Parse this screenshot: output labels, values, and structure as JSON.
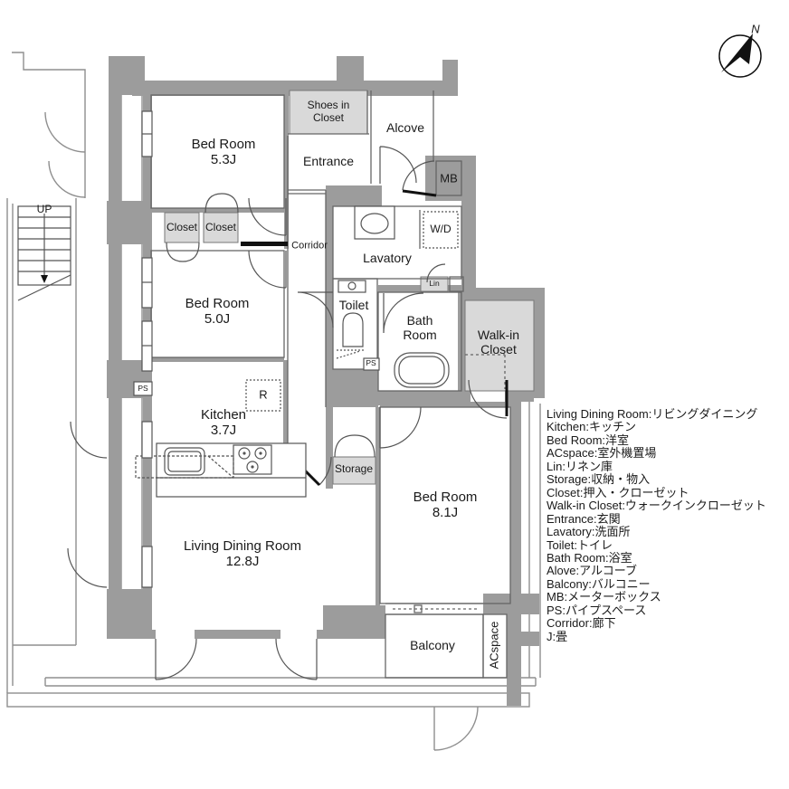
{
  "compass": {
    "label": "N"
  },
  "rooms": {
    "bedroom1": {
      "name": "Bed Room",
      "size": "5.3J"
    },
    "bedroom2": {
      "name": "Bed Room",
      "size": "5.0J"
    },
    "bedroom3": {
      "name": "Bed Room",
      "size": "8.1J"
    },
    "ldk": {
      "name": "Living Dining Room",
      "size": "12.8J"
    },
    "kitchen": {
      "name": "Kitchen",
      "size": "3.7J"
    },
    "entrance": {
      "name": "Entrance"
    },
    "alcove": {
      "name": "Alcove"
    },
    "shoes_closet": {
      "name": "Shoes in\nCloset"
    },
    "mb": {
      "name": "MB"
    },
    "wd": {
      "name": "W/D"
    },
    "lavatory": {
      "name": "Lavatory"
    },
    "lin": {
      "name": "Lin"
    },
    "toilet": {
      "name": "Toilet"
    },
    "bath": {
      "name": "Bath\nRoom"
    },
    "walkin": {
      "name": "Walk-in\nCloset"
    },
    "closet1": {
      "name": "Closet"
    },
    "closet2": {
      "name": "Closet"
    },
    "corridor": {
      "name": "Corridor"
    },
    "storage": {
      "name": "Storage"
    },
    "balcony": {
      "name": "Balcony"
    },
    "acspace": {
      "name": "ACspace"
    },
    "ps1": {
      "name": "PS"
    },
    "ps2": {
      "name": "PS"
    },
    "refrigerator": {
      "name": "R"
    },
    "stairs": {
      "name": "UP"
    }
  },
  "legend": {
    "lines": [
      "Living Dining Room:リビングダイニング",
      "Kitchen:キッチン",
      "Bed Room:洋室",
      "ACspace:室外機置場",
      "Lin:リネン庫",
      "Storage:収納・物入",
      "Closet:押入・クローゼット",
      "Walk-in Closet:ウォークインクローゼット",
      "Entrance:玄関",
      "Lavatory:洗面所",
      "Toilet:トイレ",
      "Bath Room:浴室",
      "Alove:アルコーブ",
      "Balcony:バルコニー",
      "MB:メーターボックス",
      "PS:パイプスペース",
      "Corridor:廊下",
      "J:畳"
    ]
  },
  "colors": {
    "wall": "#9c9c9c",
    "light_fill": "#d9d9d9",
    "line": "#666666",
    "black": "#111111"
  }
}
